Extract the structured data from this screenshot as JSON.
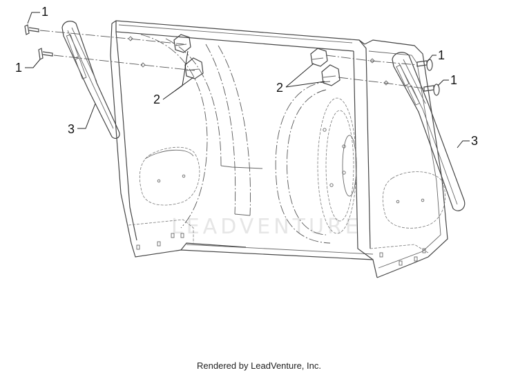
{
  "diagram": {
    "callouts": [
      {
        "id": "1a",
        "label": "1"
      },
      {
        "id": "1b",
        "label": "1"
      },
      {
        "id": "1c",
        "label": "1"
      },
      {
        "id": "1d",
        "label": "1"
      },
      {
        "id": "2a",
        "label": "2"
      },
      {
        "id": "2b",
        "label": "2"
      },
      {
        "id": "3a",
        "label": "3"
      },
      {
        "id": "3b",
        "label": "3"
      }
    ],
    "watermark": "LEADVENTURE"
  },
  "footer": {
    "text": "Rendered by LeadVenture, Inc."
  }
}
